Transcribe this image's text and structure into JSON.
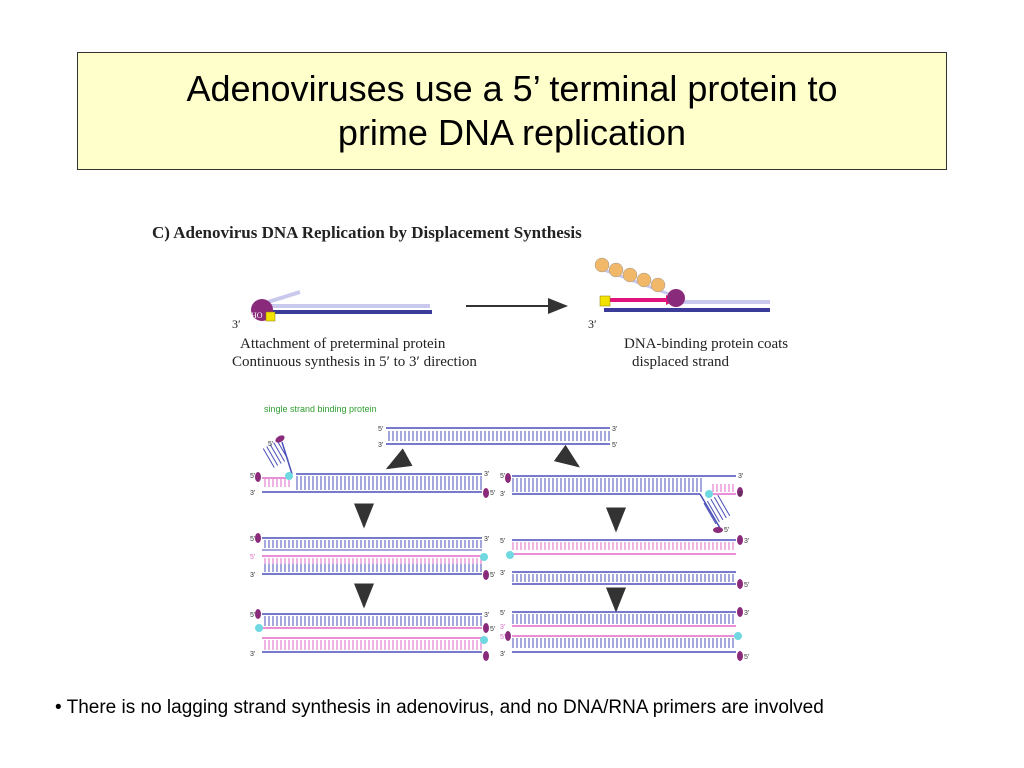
{
  "title": {
    "line1": "Adenoviruses use a 5’ terminal protein to",
    "line2": "prime DNA replication"
  },
  "figure": {
    "heading": "C) Adenovirus DNA Replication by Displacement Synthesis",
    "left_end_label": "3′",
    "ho_label": "HO",
    "left_caption_line1": "Attachment of preterminal protein",
    "left_caption_line2": "Continuous synthesis in 5′ to 3′ direction",
    "right_end_label": "3′",
    "right_caption_line1": "DNA-binding protein coats",
    "right_caption_line2": "displaced strand",
    "ssb_label": "single strand binding protein",
    "end_5": "5'",
    "end_3": "3'",
    "colors": {
      "strand_blue": "#4a4fb8",
      "strand_pink": "#e06ac8",
      "terminal_protein": "#8a2a7a",
      "primer_yellow": "#f2e200",
      "ssb_orange": "#f2b86a",
      "ssb_green_label": "#2e9e2e",
      "cyan_dot": "#6fd8e0"
    }
  },
  "bullet": "• There is no lagging strand synthesis in adenovirus, and no DNA/RNA primers are involved"
}
